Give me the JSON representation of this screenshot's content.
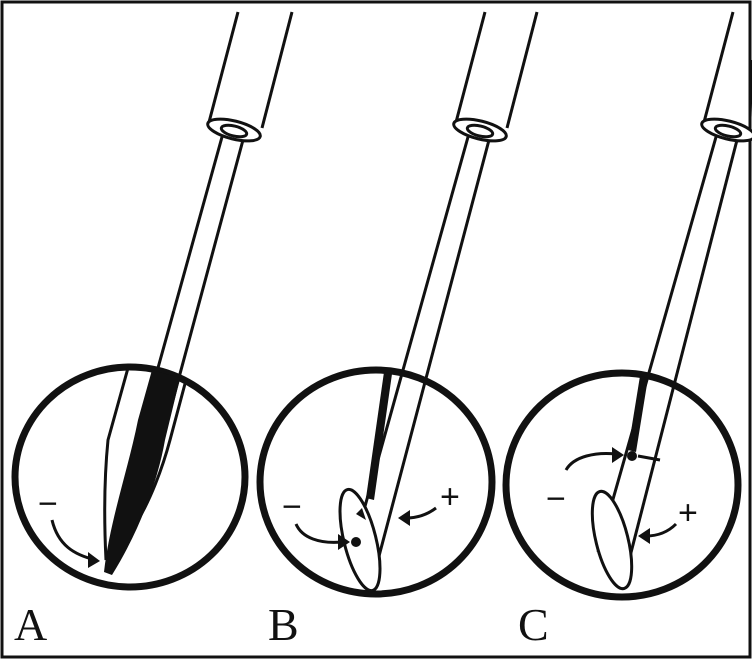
{
  "panels": [
    {
      "label": "A",
      "signs": {
        "minus": "−"
      }
    },
    {
      "label": "B",
      "signs": {
        "minus": "−",
        "plus": "+"
      }
    },
    {
      "label": "C",
      "signs": {
        "minus": "−",
        "plus": "+"
      }
    }
  ],
  "colors": {
    "ink": "#111111",
    "paper": "#ffffff"
  }
}
